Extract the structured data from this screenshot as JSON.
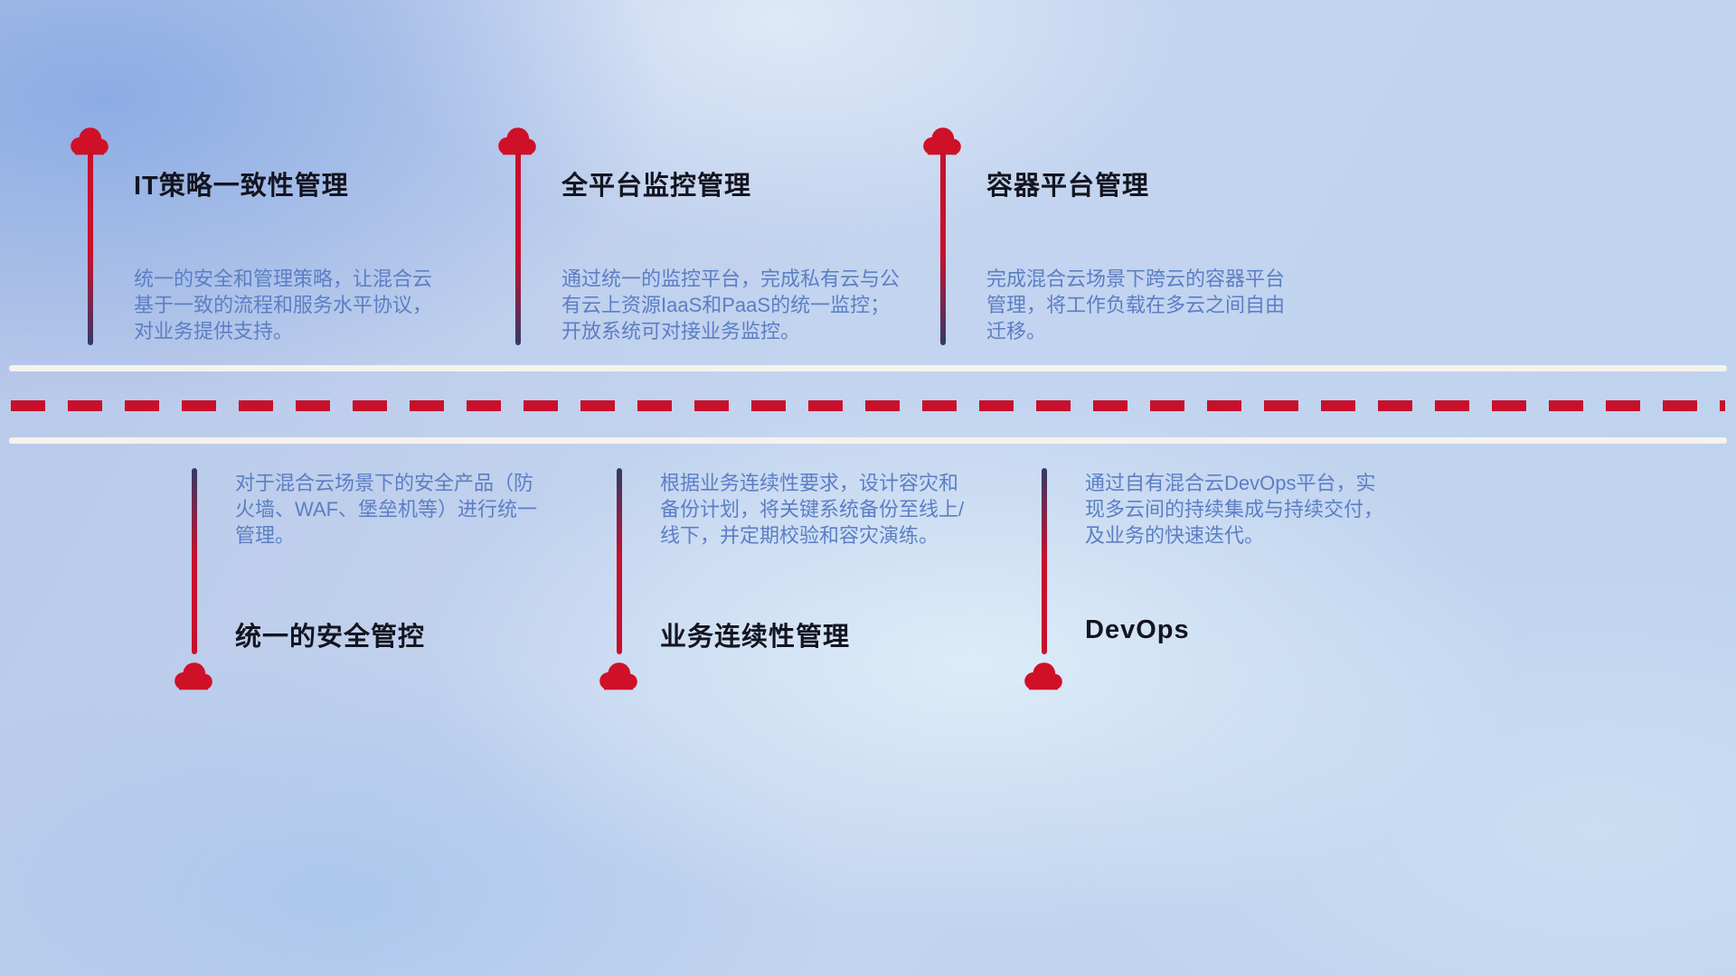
{
  "top_items": [
    {
      "title": "IT策略一致性管理",
      "description": "统一的安全和管理策略，让混合云基于一致的流程和服务水平协议，对业务提供支持。"
    },
    {
      "title": "全平台监控管理",
      "description": "通过统一的监控平台，完成私有云与公有云上资源IaaS和PaaS的统一监控；开放系统可对接业务监控。"
    },
    {
      "title": "容器平台管理",
      "description": "完成混合云场景下跨云的容器平台管理，将工作负载在多云之间自由迁移。"
    }
  ],
  "bottom_items": [
    {
      "title": "统一的安全管控",
      "description": "对于混合云场景下的安全产品（防火墙、WAF、堡垒机等）进行统一管理。"
    },
    {
      "title": "业务连续性管理",
      "description": "根据业务连续性要求，设计容灾和备份计划，将关键系统备份至线上/线下，并定期校验和容灾演练。"
    },
    {
      "title": "DevOps",
      "description": "通过自有混合云DevOps平台，实现多云间的持续集成与持续交付，及业务的快速迭代。"
    }
  ],
  "colors": {
    "cloud_red": "#cf1128",
    "stem_navy": "#323a68",
    "title_text": "#13141f",
    "description_text": "#5c7ec4",
    "road_white": "#f6f2ec",
    "dash_red": "#c8102c"
  }
}
